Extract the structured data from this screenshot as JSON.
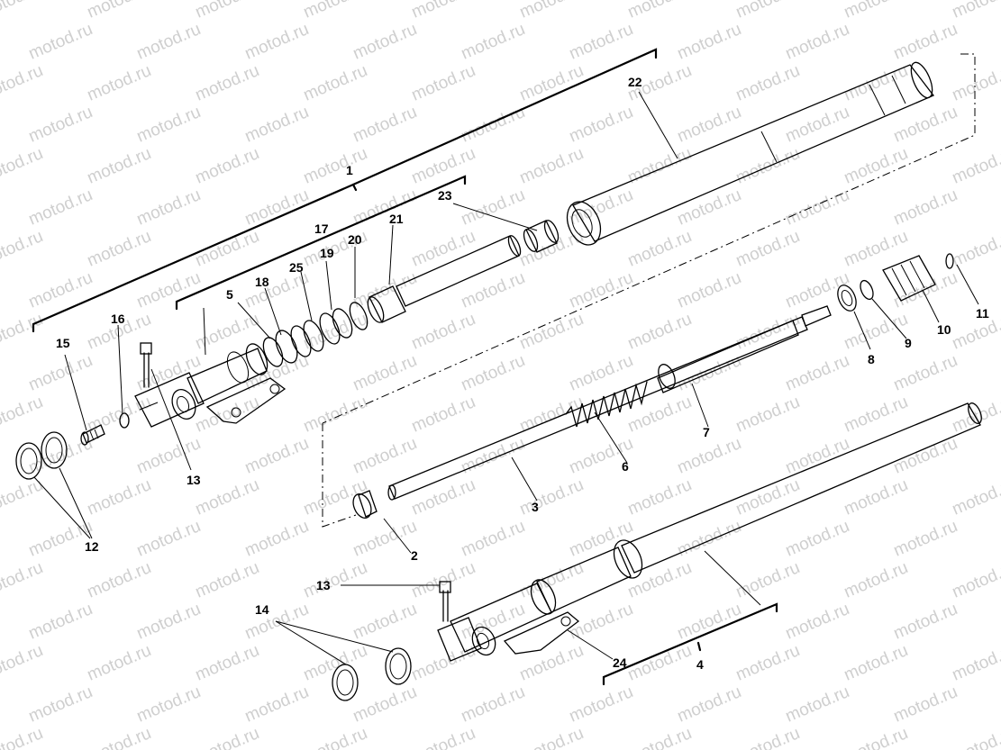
{
  "watermark": "motod.ru",
  "callouts": {
    "n1": "1",
    "n2": "2",
    "n3": "3",
    "n4": "4",
    "n5": "5",
    "n6": "6",
    "n7": "7",
    "n8": "8",
    "n9": "9",
    "n10": "10",
    "n11": "11",
    "n12": "12",
    "n13a": "13",
    "n13b": "13",
    "n14": "14",
    "n15": "15",
    "n16": "16",
    "n17": "17",
    "n18": "18",
    "n19": "19",
    "n20": "20",
    "n21": "21",
    "n22": "22",
    "n23": "23",
    "n24": "24",
    "n25": "25"
  }
}
